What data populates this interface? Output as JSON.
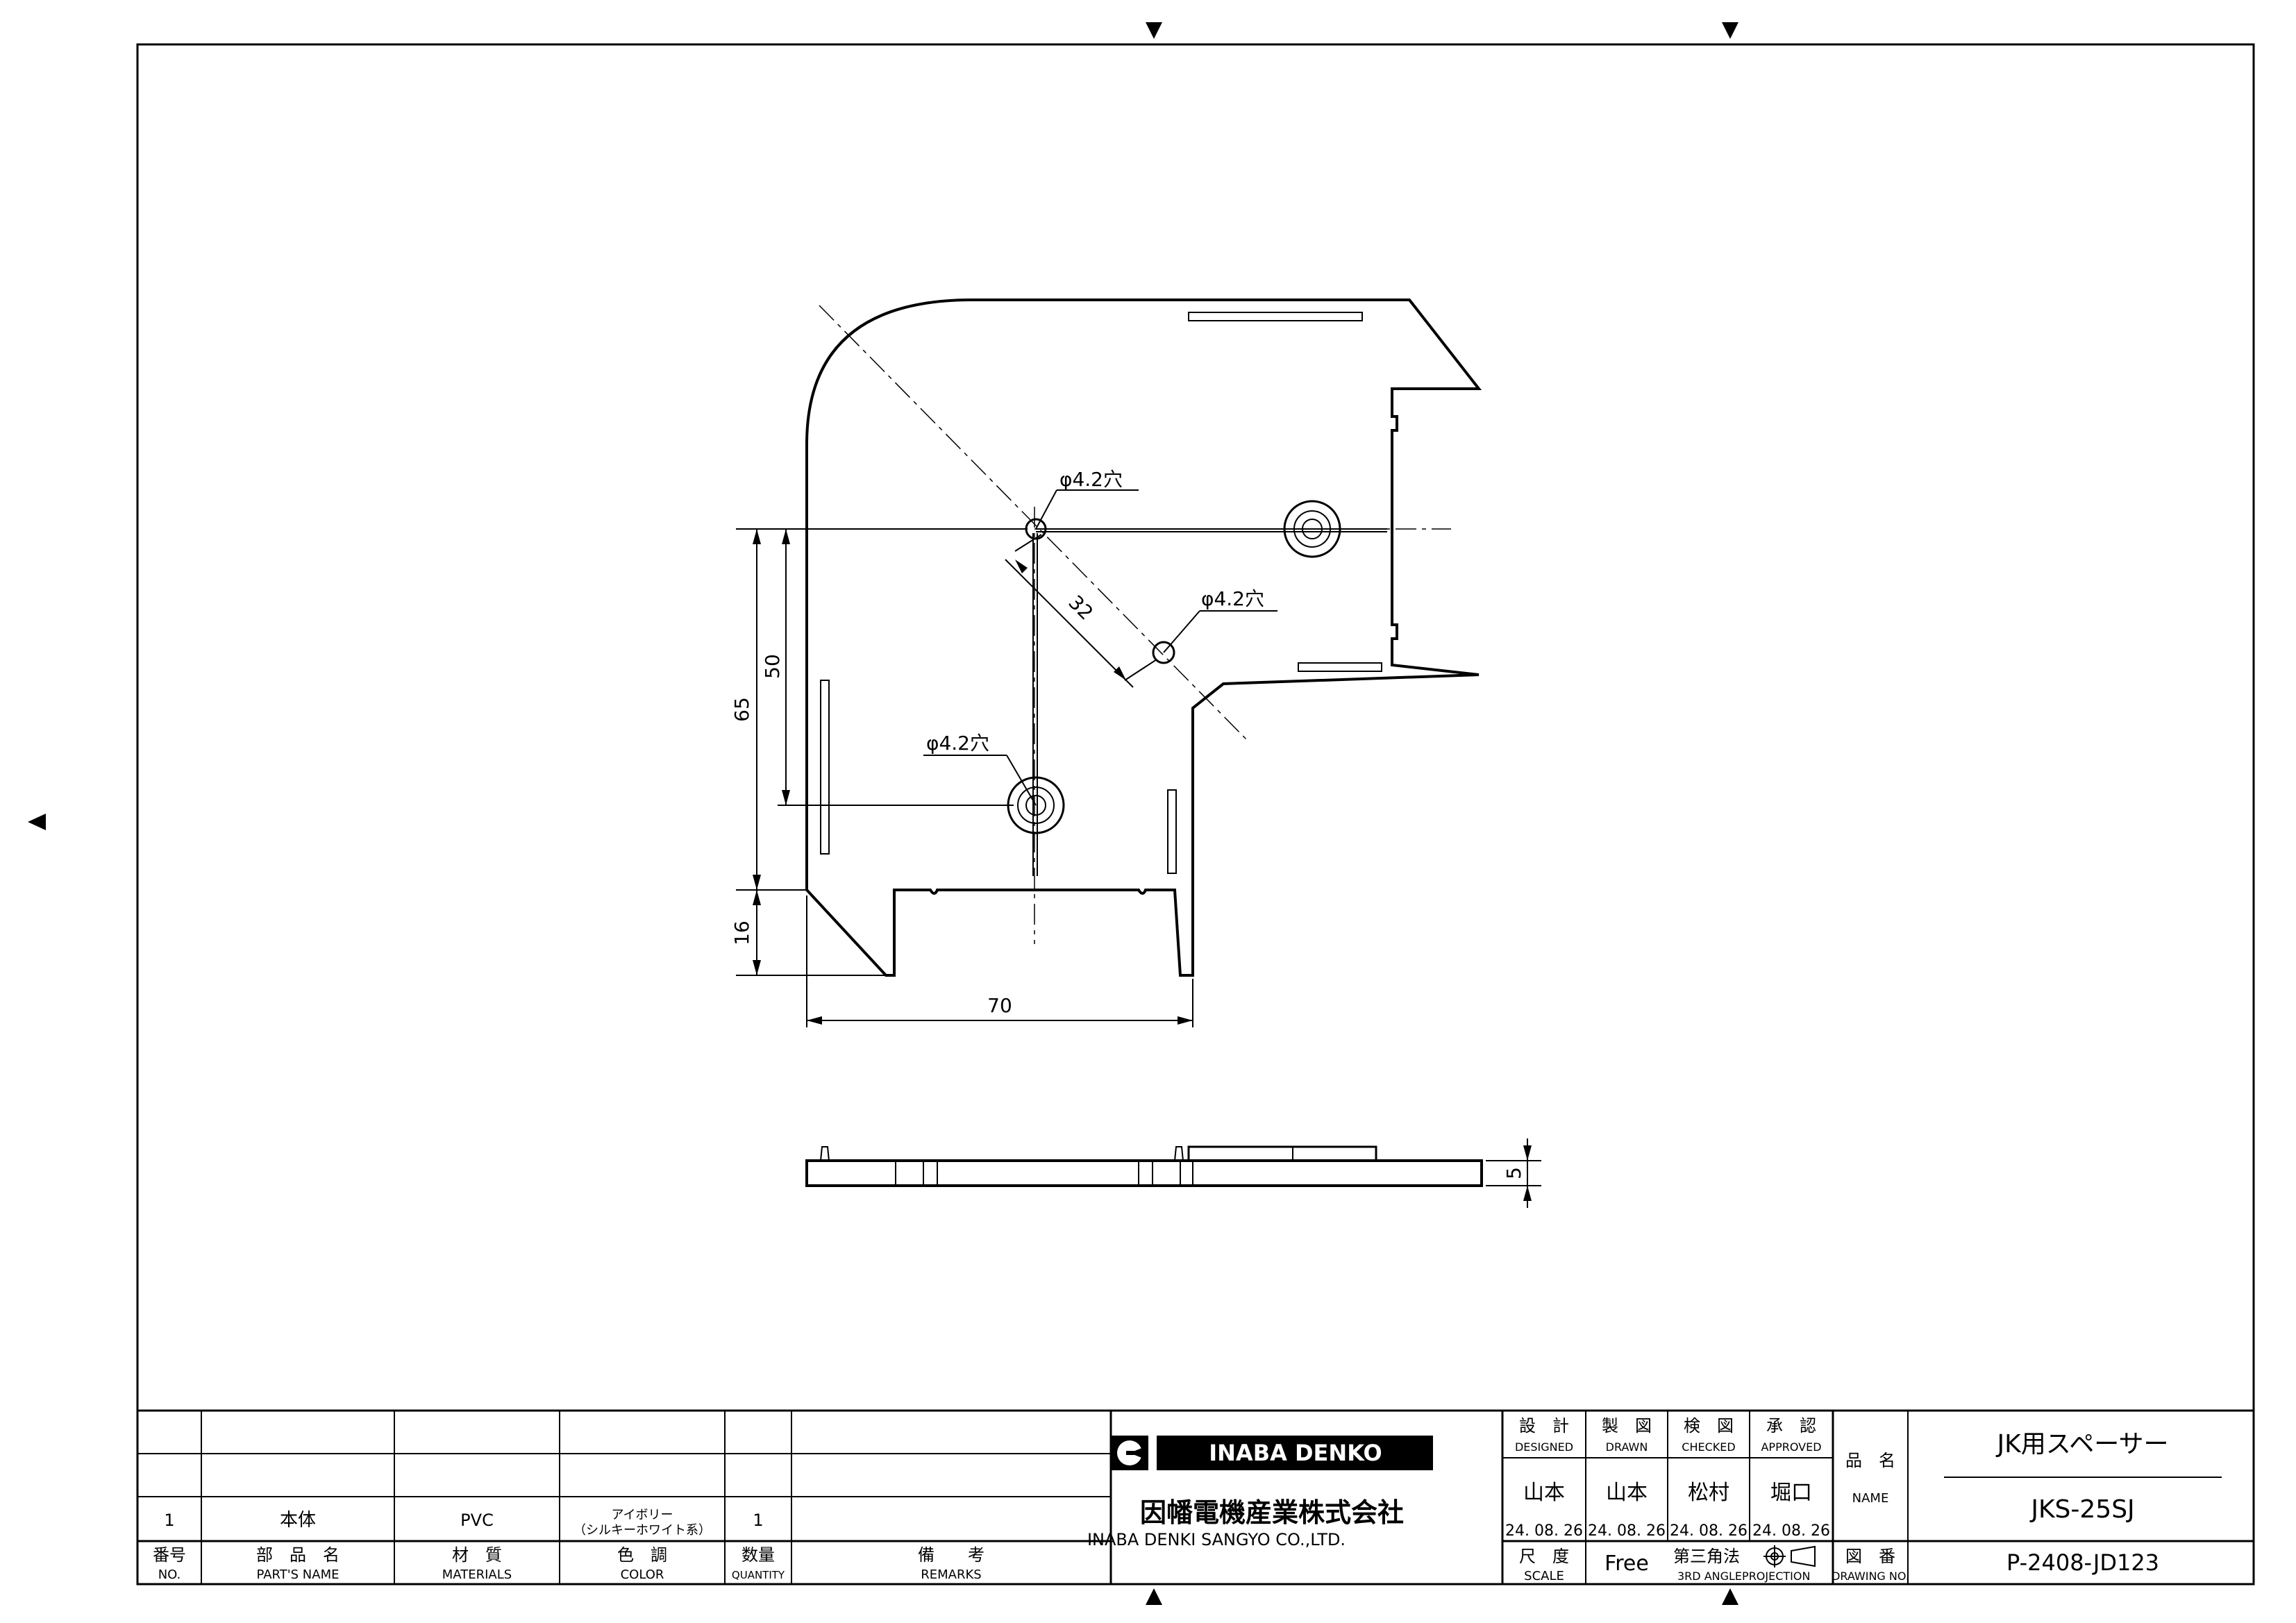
{
  "drawing": {
    "dims": {
      "d70": "70",
      "d65": "65",
      "d50": "50",
      "d16": "16",
      "d32": "32",
      "d5": "5",
      "hole1": "φ4.2穴",
      "hole2": "φ4.2穴",
      "hole3": "φ4.2穴"
    }
  },
  "parts_table": {
    "headers": {
      "no_jp": "番号",
      "no_en": "NO.",
      "name_jp": "部　品　名",
      "name_en": "PART'S NAME",
      "mat_jp": "材　質",
      "mat_en": "MATERIALS",
      "color_jp": "色　調",
      "color_en": "COLOR",
      "qty_jp": "数量",
      "qty_en": "QUANTITY",
      "rem_jp": "備　　考",
      "rem_en": "REMARKS"
    },
    "row": {
      "no": "1",
      "name": "本体",
      "material": "PVC",
      "color_1": "アイボリー",
      "color_2": "（シルキーホワイト系）",
      "qty": "1",
      "remarks": ""
    }
  },
  "company": {
    "logo_text": "INABA DENKO",
    "name_jp": "因幡電機産業株式会社",
    "name_en": "INABA DENKI SANGYO CO.,LTD."
  },
  "approvals": {
    "designed": {
      "jp": "設　計",
      "en": "DESIGNED",
      "name": "山本",
      "date": "24. 08. 26"
    },
    "drawn": {
      "jp": "製　図",
      "en": "DRAWN",
      "name": "山本",
      "date": "24. 08. 26"
    },
    "checked": {
      "jp": "検　図",
      "en": "CHECKED",
      "name": "松村",
      "date": "24. 08. 26"
    },
    "approved": {
      "jp": "承　認",
      "en": "APPROVED",
      "name": "堀口",
      "date": "24. 08. 26"
    }
  },
  "scale": {
    "jp": "尺　度",
    "en": "SCALE",
    "value": "Free"
  },
  "projection": {
    "jp": "第三角法",
    "en": "3RD ANGLEPROJECTION"
  },
  "product": {
    "name_label_jp": "品　名",
    "name_label_en": "NAME",
    "name": "JK用スペーサー",
    "model": "JKS-25SJ"
  },
  "drawing_no": {
    "jp": "図　番",
    "en": "DRAWING NO.",
    "value": "P-2408-JD123"
  },
  "colors": {
    "line": "#000000",
    "background": "#ffffff"
  }
}
